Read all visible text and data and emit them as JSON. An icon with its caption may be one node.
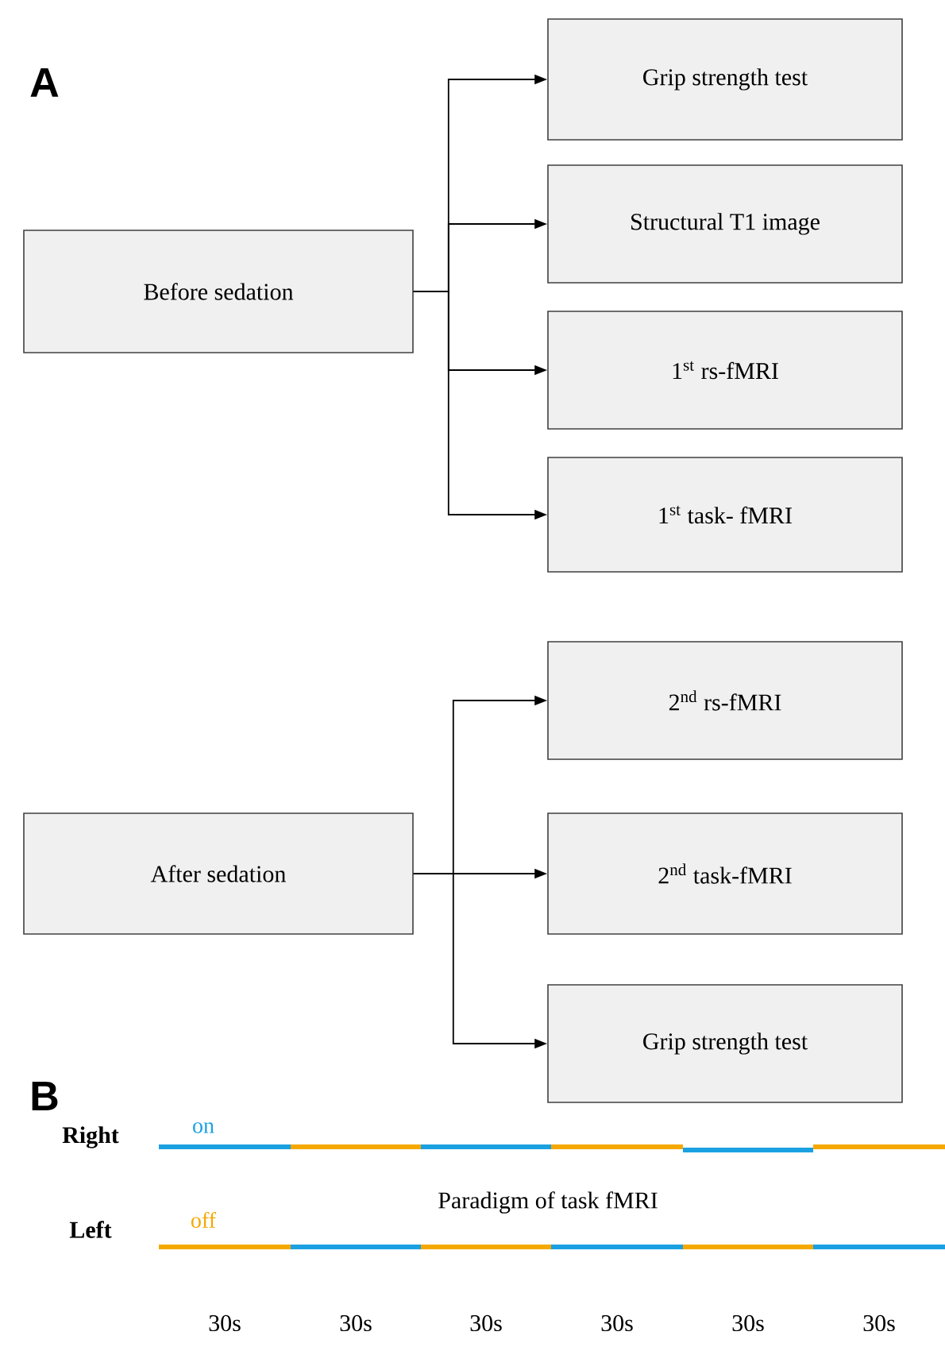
{
  "diagram": {
    "nodes": [
      {
        "text": [
          "Before sedation"
        ]
      },
      {
        "text": [
          "Grip strength test"
        ]
      },
      {
        "text": [
          "Structural T1 image"
        ]
      },
      {
        "text": [
          "1$^{st}$ rs-fMRI"
        ]
      },
      {
        "text": [
          "1$^{st}$ task- fMRI"
        ]
      },
      {
        "text": [
          "After sedation"
        ]
      },
      {
        "text": [
          "2$^{nd}$ rs-fMRI"
        ]
      },
      {
        "text": [
          "2$^{nd}$ task-fMRI"
        ]
      },
      {
        "text": [
          "Grip strength test"
        ]
      }
    ],
    "edges": [
      {
        "from": 0,
        "to": 1,
        "arrow": "to"
      },
      {
        "from": 0,
        "to": 2,
        "arrow": "to"
      },
      {
        "from": 0,
        "to": 3,
        "arrow": "to"
      },
      {
        "from": 0,
        "to": 4,
        "arrow": "to"
      },
      {
        "from": 5,
        "to": 6,
        "arrow": "to"
      },
      {
        "from": 5,
        "to": 7,
        "arrow": "to"
      },
      {
        "from": 5,
        "to": 8,
        "arrow": "to"
      }
    ],
    "labels": [
      "A",
      "B",
      "Right",
      "on",
      "Paradigm  of task fMRI",
      "Left",
      "off",
      "30s",
      "30s",
      "30s",
      "30s",
      "30s",
      "30s"
    ]
  }
}
